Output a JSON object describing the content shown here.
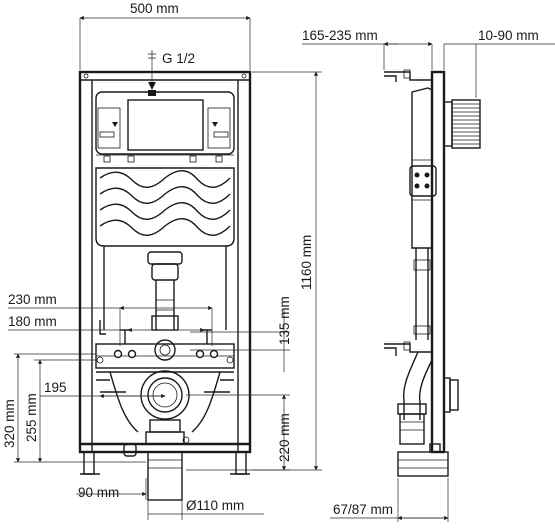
{
  "dimensions": {
    "width_top": "500 mm",
    "inlet": "G 1/2",
    "height_total": "1160 mm",
    "offset_165_235": "165-235 mm",
    "offset_10_90": "10-90 mm",
    "bolt_230": "230 mm",
    "bolt_180": "180 mm",
    "h_135": "135 mm",
    "w_195": "195",
    "h_255": "255 mm",
    "h_320": "320 mm",
    "h_220": "220 mm",
    "w_90": "90 mm",
    "dia_110": "Ø110 mm",
    "depth_67_87": "67/87 mm"
  }
}
